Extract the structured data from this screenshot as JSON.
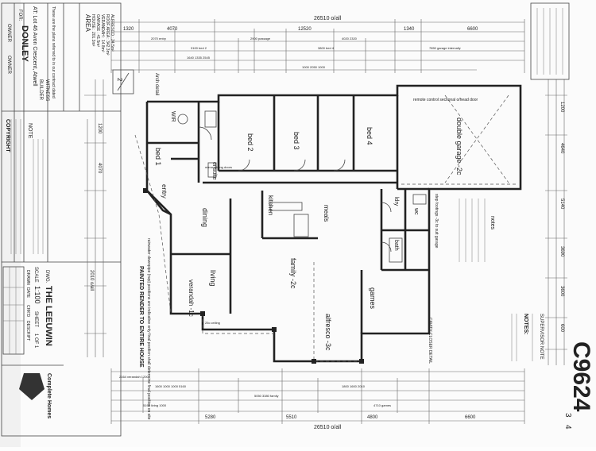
{
  "overall_top": "26510 o/all",
  "overall_bottom": "26510 o/all",
  "top_dims": [
    "1320",
    "4070",
    "12520",
    "1340",
    "6600"
  ],
  "bottom_dims": [
    "5280",
    "5510",
    "4800",
    "6600"
  ],
  "left_dims": [
    "1200",
    "4070",
    "2010 o/all"
  ],
  "right_dims": [
    "1200",
    "4640",
    "5140",
    "3690",
    "3600",
    "600"
  ],
  "rooms": {
    "bed1": "bed 1",
    "bed2": "bed 2",
    "bed3": "bed 3",
    "bed4": "bed 4",
    "garage": "double garage -2c",
    "dining": "dining",
    "living": "living",
    "kitchen": "kitchen",
    "meals": "meals",
    "family": "family -2c",
    "games": "games",
    "alfresco": "alfresco -3c",
    "verandah": "verandah -1c",
    "entry": "entry",
    "ensuite": "ensuite",
    "wir": "WIR",
    "ldry": "ldry",
    "bath": "bath",
    "wc": "wc",
    "arch": "Arch detail"
  },
  "title_block": {
    "dwg_label": "DWG.",
    "dwg_name": "THE LEEUWIN",
    "scale_label": "SCALE",
    "scale_value": "1:100",
    "sheet_label": "SHEET",
    "sheet_value": "1 OF 1",
    "drawn": "DRAWN",
    "date": "DATE",
    "chkd": "CHK'D",
    "descript": "DESCRIPT",
    "client_prefix": "FOR:",
    "client": "DONLEY",
    "address": "AT: Lot 46 Avon Crescent, Atwell",
    "owner1": "OWNER",
    "owner2": "OWNER",
    "builder": "BUILDER",
    "witness": "WITNESS",
    "signed_note": "These are the plans referred to in our contract dated",
    "copyright": "COPYRIGHT",
    "notes_label": "NOTE",
    "area_label": "AREA",
    "area_house": "HOUSE : 201.3m²",
    "area_garage": "GARAGE : 41.5m²",
    "area_verandah": "VERANDAH : 14.8m²",
    "area_alfresco": "ALFRESCO : 24.5m²",
    "area_roof": "ROOF AREA : 342.3m²"
  },
  "job_number": "C9624",
  "sheet_numbers": [
    "3",
    "4"
  ],
  "company_name": "Complete Homes",
  "annotations": {
    "painted_render": "PAINTED RENDER TO ENTIRE HOUSE",
    "rainwater": "rainwater downpipe (rwp) positions are indicative only final position shall determine final position on site",
    "garage_door": "remote control sectional o/head door",
    "step_footings": "step footings -3c to suit garage",
    "cavity_closer": "CAVITY CLOSER DETAIL",
    "notes_heading": "notes",
    "notes_right": "NOTES:",
    "supervisor": "SUPERVISOR NOTE",
    "mirror_door": "mirror sliding doors",
    "brick_piers": "25c ceiling"
  }
}
